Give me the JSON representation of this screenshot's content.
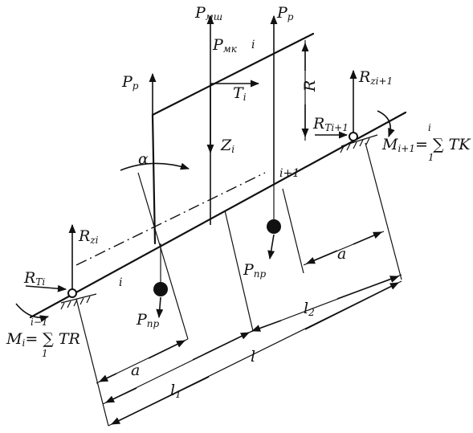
{
  "labels": {
    "p_msh": "P",
    "p_msh_sub": "мш",
    "p_p_top": "P",
    "p_p_top_sub": "p",
    "p_mk": "P",
    "p_mk_sub": "мк",
    "i_top": "i",
    "t_i": "T",
    "t_i_sub": "i",
    "p_p_left": "P",
    "p_p_left_sub": "p",
    "r_zi1": "R",
    "r_zi1_sub": "zi+1",
    "r_ti1": "R",
    "r_ti1_sub": "Ti+1",
    "m_i1": "M",
    "m_i1_sub": "i+1",
    "m_i1_formula": "= ∑ TK",
    "m_i1_sum_top": "i",
    "m_i1_sum_bot": "1",
    "alpha": "α",
    "z_i": "Z",
    "z_i_sub": "i",
    "r_dim": "R",
    "i_plus_1": "i+1",
    "r_zi": "R",
    "r_zi_sub": "zi",
    "r_ti": "R",
    "r_ti_sub": "Ti",
    "i_left": "i",
    "i_minus_1": "i−1",
    "m_i": "M",
    "m_i_sub": "i",
    "m_i_formula": "= ∑ TR",
    "m_i_sum_bot": "1",
    "p_pr_right": "P",
    "p_pr_right_sub": "пр",
    "p_pr_left": "P",
    "p_pr_left_sub": "пр",
    "a_right": "a",
    "a_left": "a",
    "l_1": "l",
    "l_1_sub": "1",
    "l_2": "l",
    "l_2_sub": "2",
    "l": "l"
  }
}
